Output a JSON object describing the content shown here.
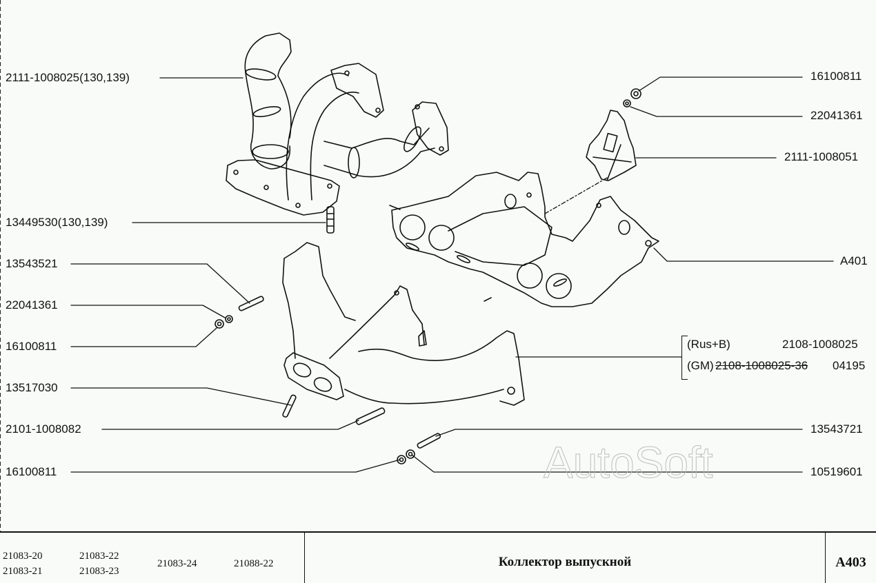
{
  "diagram": {
    "title": "Коллектор выпускной",
    "page_code": "A403",
    "watermark": "AutoSoft",
    "callouts_left": [
      {
        "id": "c1",
        "part": "2111-1008025(130,139)"
      },
      {
        "id": "c2",
        "part": "13449530(130,139)"
      },
      {
        "id": "c3",
        "part": "13543521"
      },
      {
        "id": "c4",
        "part": "22041361"
      },
      {
        "id": "c5",
        "part": "16100811"
      },
      {
        "id": "c6",
        "part": "13517030"
      },
      {
        "id": "c7",
        "part": "2101-1008082"
      },
      {
        "id": "c8",
        "part": "16100811"
      }
    ],
    "callouts_right": [
      {
        "id": "r1",
        "part": "16100811"
      },
      {
        "id": "r2",
        "part": "22041361"
      },
      {
        "id": "r3",
        "part": "2111-1008051"
      },
      {
        "id": "r4",
        "part": "A401"
      },
      {
        "id": "r5",
        "part": "13543721"
      },
      {
        "id": "r6",
        "part": "10519601"
      }
    ],
    "variants": [
      {
        "tag": "(Rus+B)",
        "part": "2108-1008025",
        "struck": false
      },
      {
        "tag": "(GM)",
        "part": "2108-1008025-36",
        "extra": "04195",
        "struck": true
      }
    ]
  },
  "footer": {
    "models": {
      "col1": [
        "21083-20",
        "21083-21"
      ],
      "col2": [
        "21083-22",
        "21083-23"
      ],
      "col3": "21083-24",
      "col4": "21088-22"
    }
  }
}
